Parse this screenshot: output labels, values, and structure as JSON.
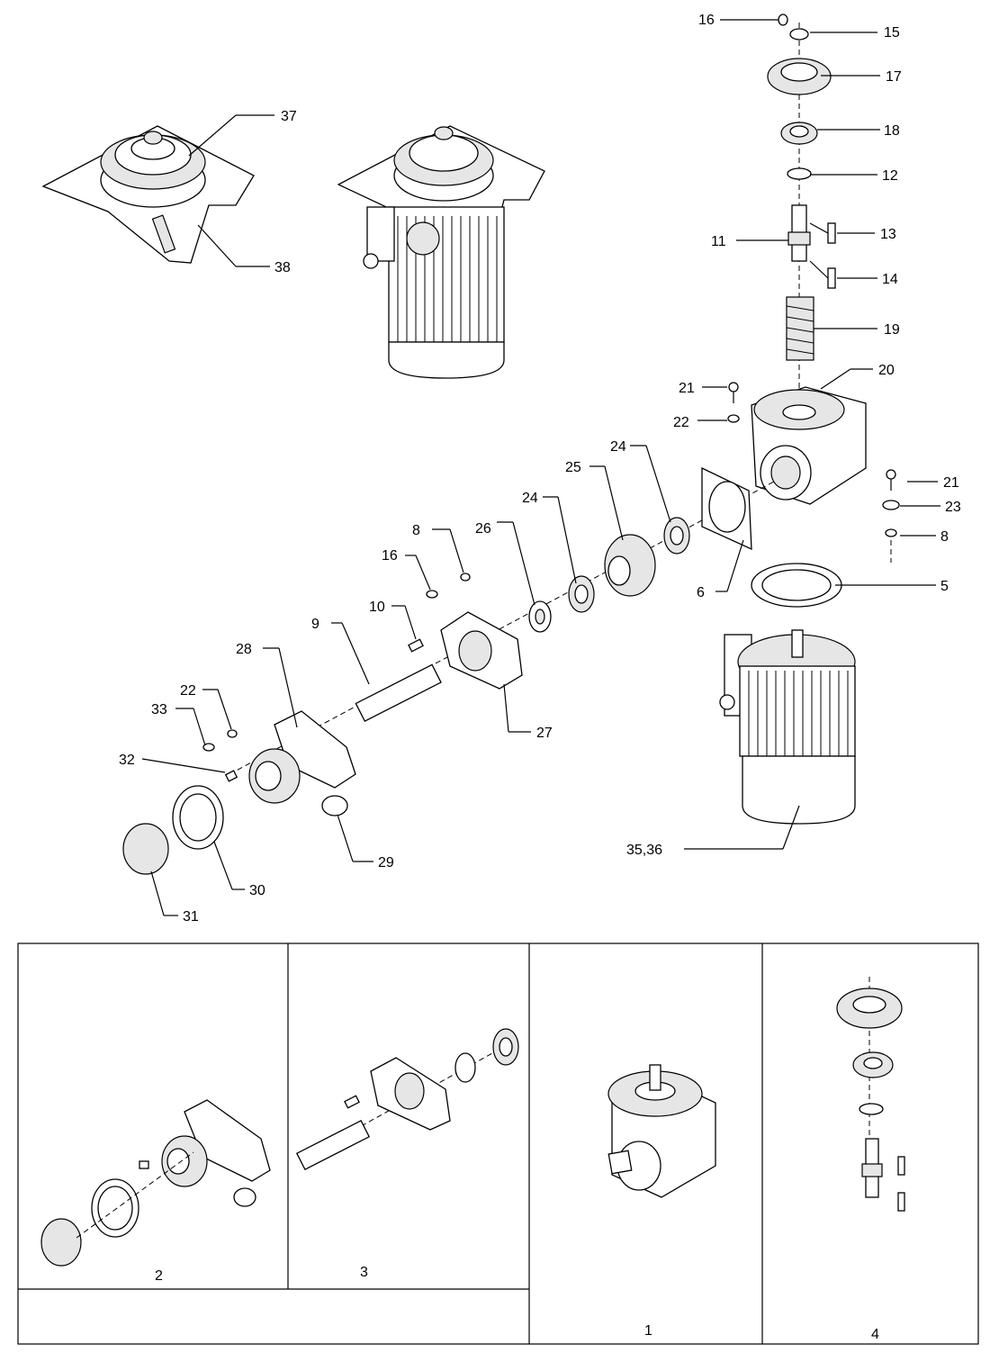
{
  "callouts": {
    "c16_top": "16",
    "c15": "15",
    "c17": "17",
    "c18": "18",
    "c12": "12",
    "c13": "13",
    "c11": "11",
    "c14": "14",
    "c19": "19",
    "c20": "20",
    "c21_left": "21",
    "c22_top": "22",
    "c24_right": "24",
    "c25": "25",
    "c24_left": "24",
    "c26": "26",
    "c8_left": "8",
    "c16_mid": "16",
    "c21_right": "21",
    "c23": "23",
    "c8_right": "8",
    "c6": "6",
    "c5": "5",
    "c10": "10",
    "c9": "9",
    "c28": "28",
    "c27": "27",
    "c22_mid": "22",
    "c33": "33",
    "c32": "32",
    "c29": "29",
    "c30": "30",
    "c31": "31",
    "c35_36": "35,36",
    "c37": "37",
    "c38": "38"
  },
  "panels": {
    "p2": "2",
    "p3": "3",
    "p1": "1",
    "p4": "4"
  }
}
